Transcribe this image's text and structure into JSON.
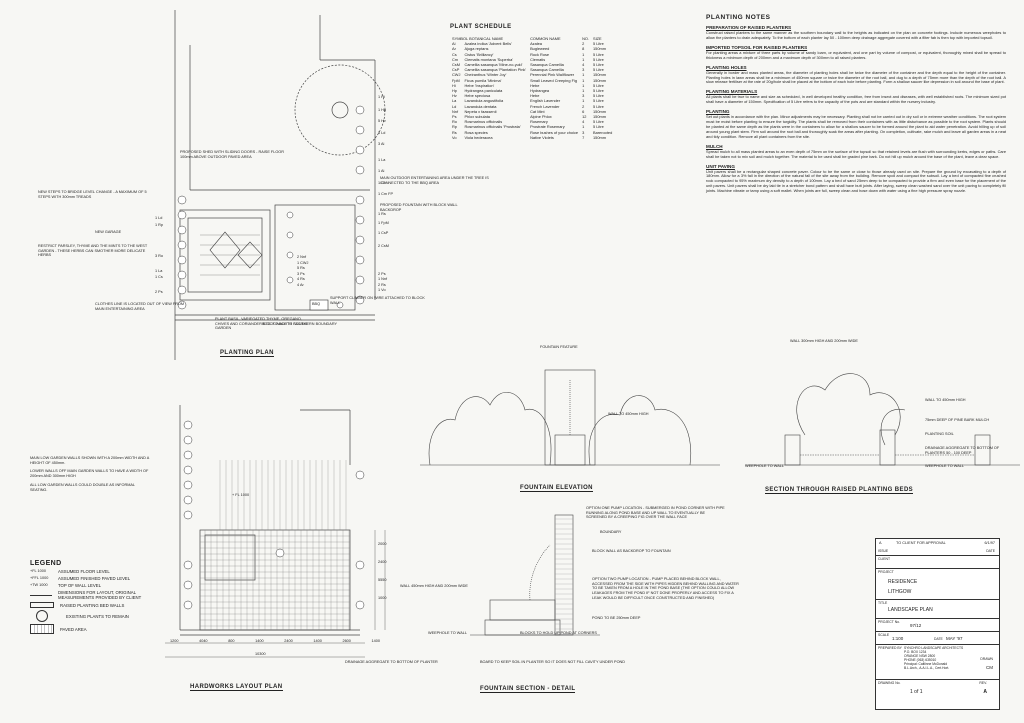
{
  "plant_schedule": {
    "title": "PLANT SCHEDULE",
    "headers": [
      "SYMBOL BOTANICAL NAME",
      "COMMON NAME",
      "NO.",
      "SIZE"
    ],
    "rows": [
      [
        "Ai",
        "Azalea indica 'Advent Bells'",
        "Azalea",
        "2",
        "5 Litre"
      ],
      [
        "Ar",
        "Ajuga reptans",
        "Bugleweed",
        "8",
        "150mm"
      ],
      [
        "Cs",
        "Cistus 'Brilliancy'",
        "Rock Rose",
        "1",
        "5 Litre"
      ],
      [
        "Cm",
        "Clematis montana 'Superba'",
        "Clematis",
        "1",
        "5 Litre"
      ],
      [
        "CsM",
        "Camellia sasanqua 'Mine-no-yuki'",
        "Sasanqua Camellia",
        "4",
        "5 Litre"
      ],
      [
        "CsP",
        "Camellia sasanqua 'Plantation Pink'",
        "Sasanqua Camellia",
        "3",
        "5 Litre"
      ],
      [
        "CWJ",
        "Cheiranthus 'Winter Joy'",
        "Perennial Pink Wallflower",
        "1",
        "150mm"
      ],
      [
        "FpM",
        "Ficus pumila 'Minima'",
        "Small Leaved Creeping Fig",
        "1",
        "150mm"
      ],
      [
        "Hi",
        "Hebe 'Inspiration'",
        "Hebe",
        "1",
        "5 Litre"
      ],
      [
        "Hp",
        "Hydrangea paniculata",
        "Hydrangea",
        "1",
        "5 Litre"
      ],
      [
        "Hv",
        "Hebe speciosa",
        "Hebe",
        "3",
        "5 Litre"
      ],
      [
        "La",
        "Lavandula angustifolia",
        "English Lavender",
        "1",
        "5 Litre"
      ],
      [
        "Ld",
        "Lavandula dentata",
        "French Lavender",
        "2",
        "5 Litre"
      ],
      [
        "Nnf",
        "Nepeta x faassenii",
        "Cat Mint",
        "6",
        "150mm"
      ],
      [
        "Ps",
        "Phlox subulata",
        "Alpine Phlox",
        "12",
        "150mm"
      ],
      [
        "Ro",
        "Rosmarinus officinalis",
        "Rosemary",
        "4",
        "5 Litre"
      ],
      [
        "Rp",
        "Rosmarinus officinalis 'Prostrata'",
        "Prostrate Rosemary",
        "1",
        "5 Litre"
      ],
      [
        "Rs",
        "Rosa species",
        "Rose bushes of your choice",
        "3",
        "Barerooted"
      ],
      [
        "Vo",
        "Viola hederacea",
        "Native Violets",
        "7",
        "150mm"
      ]
    ]
  },
  "planting_notes": {
    "title": "PLANTING NOTES",
    "sections": [
      {
        "heading": "PREPARATION OF RAISED PLANTERS",
        "text": "Construct raised planters to the same manner as the southern boundary wall to the heights as indicated on the plan on concrete footings. Include numerous weepholes to allow the planters to drain adequately. To the bottom of each planter lay 50 - 100mm deep drainage aggregate covered with a filter fab is then top with imported topsoil."
      },
      {
        "heading": "IMPORTED TOPSOIL FOR RAISED PLANTERS",
        "text": "For planting areas a mixture of three parts by volume of sandy loam, or equivalent, and one part by volume of compost, or equivalent, thoroughly mixed shall be spread to thickness a minimum depth of 200mm and a maximum depth of 300mm to all raised planters."
      },
      {
        "heading": "PLANTING HOLES",
        "text": "Generally in border and mass planted areas, the diameter of planting holes shall be twice the diameter of the container and the depth equal to the height of the container. Planting holes in lawn areas shall be a minimum of 450mm square or twice the diameter of the root ball, and dug to a depth of 75mm more than the depth of the root ball. A slow release fertiliser at the rate of 20g/hole shall be placed at the bottom of each hole before planting. Form a shallow saucer like depression in soil around the base of plant."
      },
      {
        "heading": "PLANTING MATERIALS",
        "text": "All plants shall be true to name and size as scheduled, in well developed healthy condition, free from insect and diseases, with well established roots. The minimum sized pot shall have a diameter of 150mm. Specification of 5 Litre refers to the capacity of the pots and are standard within the nursery industry."
      },
      {
        "heading": "PLANTING",
        "text": "Set out plants in accordance with the plan. Minor adjustments may be necessary. Planting shall not be carried out in dry soil or in extreme weather conditions. The root system must be moist before planting to ensure the turgidity. The plants shall be removed from their containers with as little disturbance as possible to the root system. Plants should be planted at the same depth as the plants were in the containers to allow for a shallow saucer to be formed around the plant to aid water penetration. Avoid hilling up of soil around young plant stem. Firm soil around the root ball and thoroughly soak the areas after planting. On completion, cultivate, rake mulch and leave all garden areas in a neat and tidy condition. Remove all plant containers from the site."
      },
      {
        "heading": "MULCH",
        "text": "Spread mulch to all mass planted areas to an even depth of 75mm on the surface of the topsoil so that retained levels are flush with surrounding kerbs, edges or paths. Care shall be taken not to mix soil and mulch together. The material to be used shall be graded pine bark. Do not hill up mulch around the base of the plant, leave a clear space."
      },
      {
        "heading": "UNIT PAVING",
        "text": "Unit pavers shall be a rectangular shaped concrete paver. Colour to be the same or close to those already used on site. Prepare the ground by excavating to a depth of 180mm. Allow for a 3% fall in the direction of the natural fall of the site away from the building. Remove spoil and compact the subsoil. Lay a bed of compacted fine crushed rock compacted to 95% maximum dry density to a depth of 100mm. Lay a bed of sand 25mm deep to be compacted to provide a firm and even base for the placement of the unit pavers. Unit pavers shall be dry laid tie in a stretcher bond pattern and shall have butt joints. After laying, sweep clean washed sand over the unit paving to completely fill joints. Machine vibrate or tamp using a soft mallet. When joints are full, sweep clean and hose down with water using a fine high pressure spray nozzle."
      }
    ]
  },
  "planting_plan": {
    "title": "PLANTING PLAN",
    "notes": [
      "PROPOSED SHED WITH SLIDING DOORS - RAISE FLOOR 100mm ABOVE OUTDOOR PAVED AREA",
      "NEW STEPS TO BRIDGE LEVEL CHANGE - A MAXIMUM OF 5 STEPS WITH 300mm TREADS",
      "NEW GARAGE",
      "RESTRICT PARSLEY, THYME AND THE MINTS TO THE WEST GARDEN - THESE HERBS CAN SMOTHER MORE DELICATE HERBS",
      "CLOTHES LINE IS LOCATED OUT OF VIEW FROM MAIN ENTERTAINING AREA",
      "MAIN OUTDOOR ENTERTAINING AREA UNDER THE TREE IS CONNECTED TO THE BBQ AREA",
      "PROPOSED FOUNTAIN WITH BLOCK WALL BACKDROP",
      "SUPPORT CLIMBER ON WIRE ATTACHED TO BLOCK WALL",
      "BLOCK WALL TO SOUTHERN BOUNDARY",
      "PLANT BASIL, VARIEGATED THYME, OREGANO, CHIVES AND CORIANDER ETC. TO NORTH FACING GARDEN",
      "BBQ"
    ],
    "plant_tags_right": [
      "1 Hi",
      "1 Hp",
      "5 Hv",
      "5 Ld",
      "3 Ai",
      "1 La",
      "1 Ai",
      "1 Cs",
      "1 Cm FP",
      "1 Rs",
      "1 FpM",
      "1 CsP",
      "2 CsM",
      "2 Ps",
      "1 Nnf",
      "2 Rs",
      "1 Vo"
    ],
    "plant_tags_left": [
      "1 Ld",
      "1 Rp",
      "3 Ro",
      "1 La",
      "1 Cs",
      "2 Ps"
    ],
    "plant_tags_center": [
      "2 Nnf",
      "1 CWJ",
      "5 Rs",
      "3 Ps",
      "4 Rs",
      "4 Ar"
    ]
  },
  "hardworks": {
    "title": "HARDWORKS LAYOUT PLAN",
    "notes": [
      "MAIN LOW GARDEN WALLS SHOWN WITH A 200mm WIDTH AND A HEIGHT OF 450mm.",
      "LOWER WALLS OFF MAIN GARDEN WALLS TO HAVE A WIDTH OF 200mm AND 300mm HIGH",
      "ALL LOW GARDEN WALLS COULD DOUBLE AS INFORMAL SEATING."
    ],
    "fl_label": "+ FL 1000",
    "dims_bottom": [
      "1200",
      "4040",
      "800",
      "1400",
      "2400",
      "1400",
      "2600",
      "1400"
    ],
    "dim_total": "10300",
    "dims_right": [
      "2000",
      "2400",
      "5550",
      "1000"
    ]
  },
  "legend": {
    "title": "LEGEND",
    "items": [
      {
        "symbol": "+FL 1000",
        "text": "ASSUMED FLOOR LEVEL"
      },
      {
        "symbol": "+FFL 1000",
        "text": "ASSUMED FINISHED PAVED LEVEL"
      },
      {
        "symbol": "+TW 1000",
        "text": "TOP OF WALL LEVEL"
      },
      {
        "symbol": "",
        "text": "DIMENSIONS FOR LAYOUT, ORIGINAL MEASUREMENTS PROVIDED BY CLIENT"
      },
      {
        "symbol": "",
        "text": "RAISED PLANTING BED WALLS"
      },
      {
        "symbol": "",
        "text": "EXISTING PLANTS TO REMAIN"
      },
      {
        "symbol": "",
        "text": "PAVED AREA"
      }
    ]
  },
  "fountain_elevation": {
    "title": "FOUNTAIN ELEVATION",
    "labels": [
      "FOUNTAIN FEATURE",
      "WALL TO 450mm HIGH"
    ]
  },
  "section_raised": {
    "title": "SECTION THROUGH RAISED PLANTING BEDS",
    "labels": [
      "WALL 300mm HIGH AND 200mm WIDE",
      "WALL TO 450mm HIGH",
      "75mm DEEP OF PINE BARK MULCH",
      "PLANTING SOIL",
      "DRAINAGE AGGREGATE TO BOTTOM OF PLANTERS 50 - 100 DEEP",
      "WEEPHOLE TO WALL",
      "WEEPHOLE TO WALL"
    ]
  },
  "fountain_section": {
    "title": "FOUNTAIN SECTION - DETAIL",
    "labels": [
      "OPTION ONE PUMP LOCATION - SUBMERGED IN POND CORNER WITH PIPE RUNNING ALONG POND BASE AND UP WALL TO EVENTUALLY BE SCREENED BY A CREEPING FIG OVER THE WALL FACE",
      "BOUNDARY",
      "BLOCK WALL AS BACKDROP TO FOUNTAIN",
      "OPTION TWO PUMP LOCATION - PUMP PLACED BEHIND BLOCK WALL, ACCESSED FROM THE SIDE WITH PIPES HIDDEN BEHIND WALLING AND WATER TO BE TAKEN FROM A HOLE IN THE POND BASE (THE OPTION COULD ALLOW LEAKAGES FROM THE POND IF NOT DONE PROPERLY AND ACCESS TO FIX A LEAK WOULD BE DIFFICULT ONCE CONSTRUCTED AND FINISHED)",
      "WALL 450mm HIGH AND 200mm WIDE",
      "POND TO BE 250mm DEEP",
      "WEEPHOLE TO WALL",
      "BLOCKS TO HOLD UP POND AT CORNERS",
      "DRAINAGE AGGREGATE TO BOTTOM OF PLANTER",
      "BOARD TO KEEP SOIL IN PLANTER SO IT DOES NOT FILL CAVITY UNDER POND"
    ]
  },
  "title_block": {
    "issue_note": "TO CLIENT FOR APPROVAL",
    "issue_date": "6/1/97",
    "issue_label": "ISSUE",
    "date_label": "DATE",
    "client_label": "CLIENT",
    "project_label": "PROJECT",
    "project_line1": "RESIDENCE",
    "project_line2": "LITHGOW",
    "title_label": "TITLE",
    "title_value": "LANDSCAPE PLAN",
    "project_no_label": "PROJECT No.",
    "project_no": "97/12",
    "scale_label": "SCALE",
    "scale_value": "1:100",
    "date2_label": "DATE",
    "date2_value": "MAY '97",
    "prepared_label": "PREPARED BY",
    "prepared_by": "SYNCHRO LANDSCAPE ARCHITECTS",
    "prepared_lines": [
      "P.O. BOX 1234",
      "ORANGE NSW 2800",
      "PHONE (063) 635010",
      "Principal: Caitlinne McDonald",
      "B.L.Arch., A.A.I.L.A., Cert.Hort."
    ],
    "drawn_label": "DRAWN",
    "drawn_value": "CM",
    "drawing_no_label": "DRAWING No.",
    "drawing_no": "1 of 1",
    "rev_label": "REV.",
    "rev_value": "A"
  }
}
